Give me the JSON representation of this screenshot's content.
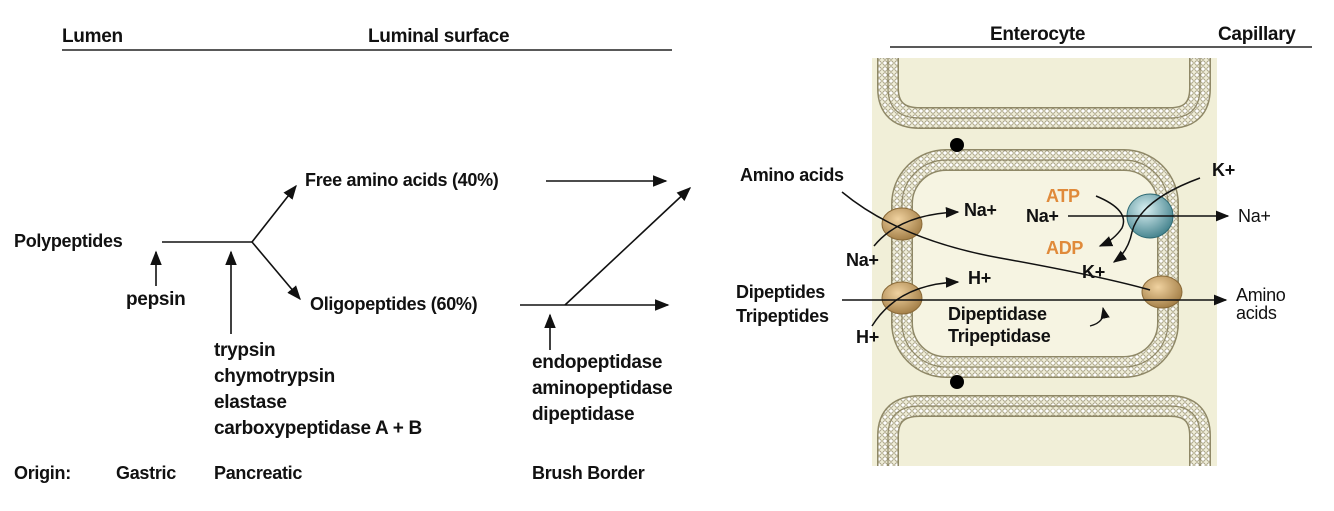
{
  "left_panel": {
    "header_lumen": "Lumen",
    "header_luminal_surface": "Luminal surface",
    "polypeptides": "Polypeptides",
    "pepsin": "pepsin",
    "free_amino_acids": "Free amino acids (40%)",
    "oligopeptides": "Oligopeptides (60%)",
    "pancreatic_enzymes": [
      "trypsin",
      "chymotrypsin",
      "elastase",
      "carboxypeptidase A + B"
    ],
    "brush_border_enzymes": [
      "endopeptidase",
      "aminopeptidase",
      "dipeptidase"
    ],
    "origin_label": "Origin:",
    "origin_gastric": "Gastric",
    "origin_pancreatic": "Pancreatic",
    "origin_brush_border": "Brush Border"
  },
  "right_panel": {
    "header_enterocyte": "Enterocyte",
    "header_capillary": "Capillary",
    "amino_acids": "Amino acids",
    "na_plus": "Na+",
    "k_plus": "K+",
    "h_plus": "H+",
    "atp": "ATP",
    "adp": "ADP",
    "dipeptides": "Dipeptides",
    "tripeptides": "Tripeptides",
    "dipeptidase": "Dipeptidase",
    "tripeptidase": "Tripeptidase",
    "amino_out": "Amino",
    "acids_out": "acids",
    "colors": {
      "membrane": "#b9b38f",
      "cytoplasm": "#f4f2dc",
      "transporter": "#c9a266",
      "pump": "#5e9aa3",
      "atp": "#e08a3a"
    }
  }
}
